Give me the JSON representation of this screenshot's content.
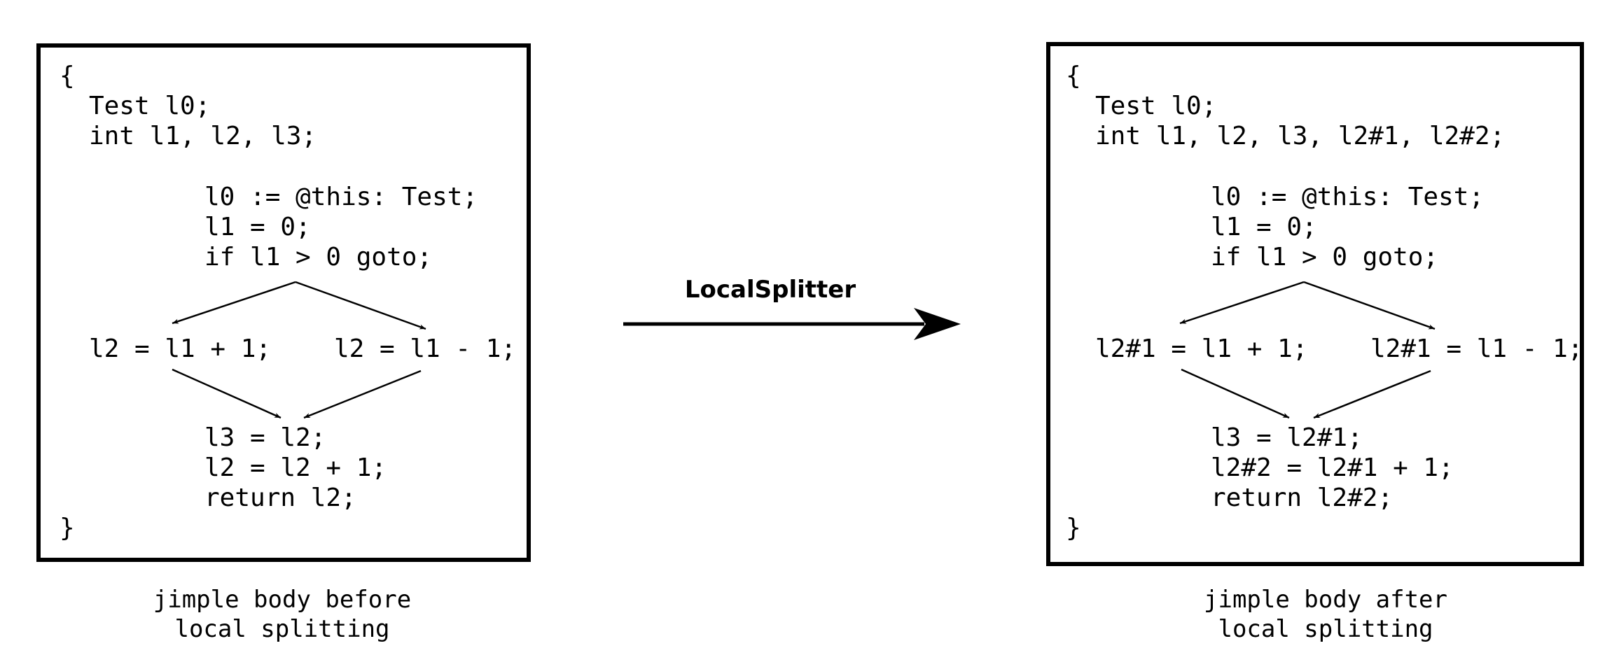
{
  "before": {
    "lines": {
      "open_brace": "{",
      "decl_test": "Test l0;",
      "decl_int": "int l1, l2, l3;",
      "stmt_this": "l0 := @this: Test;",
      "stmt_l1": "l1 = 0;",
      "stmt_if": "if l1 > 0 goto;",
      "branch_left": "l2 = l1 + 1;",
      "branch_right": "l2 = l1 - 1;",
      "stmt_l3": "l3 = l2;",
      "stmt_l2": "l2 = l2 + 1;",
      "stmt_return": "return l2;",
      "close_brace": "}"
    },
    "caption_line1": "jimple body before",
    "caption_line2": "local splitting"
  },
  "arrow_label": "LocalSplitter",
  "after": {
    "lines": {
      "open_brace": "{",
      "decl_test": "Test l0;",
      "decl_int": "int l1, l2, l3, l2#1, l2#2;",
      "stmt_this": "l0 := @this: Test;",
      "stmt_l1": "l1 = 0;",
      "stmt_if": "if l1 > 0 goto;",
      "branch_left": "l2#1 = l1 + 1;",
      "branch_right": "l2#1 = l1 - 1;",
      "stmt_l3": "l3 = l2#1;",
      "stmt_l2": "l2#2 = l2#1 + 1;",
      "stmt_return": "return l2#2;",
      "close_brace": "}"
    },
    "caption_line1": "jimple body after",
    "caption_line2": "local splitting"
  }
}
